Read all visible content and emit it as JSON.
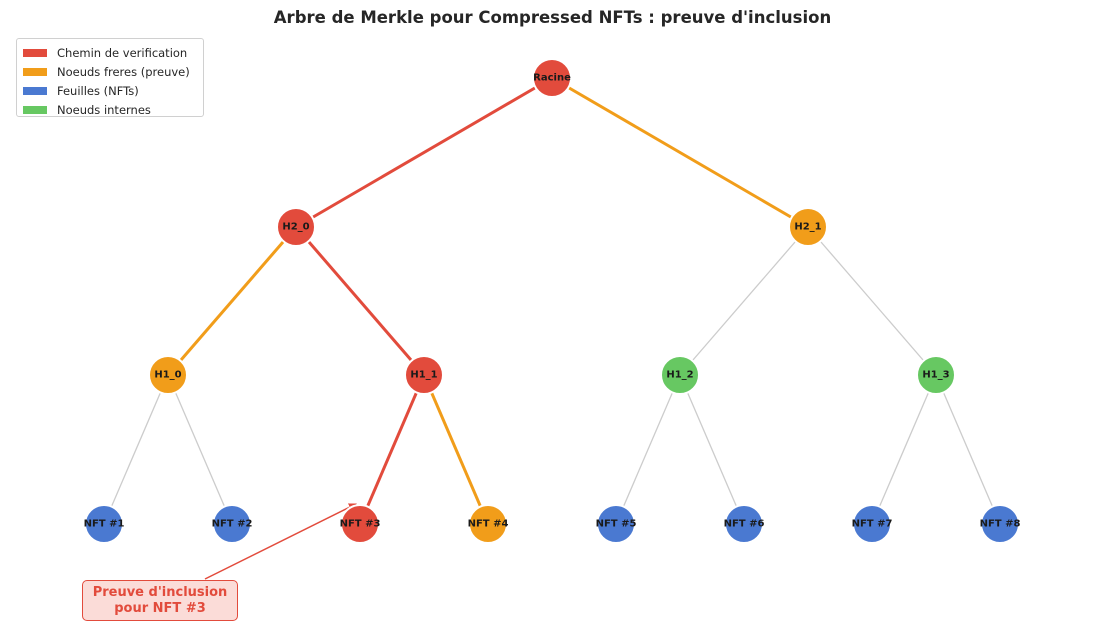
{
  "title": "Arbre de Merkle pour Compressed NFTs : preuve d'inclusion",
  "colors": {
    "path": "#e24b3c",
    "sibling": "#f19d1a",
    "leaf": "#4a79d1",
    "internal": "#67c862",
    "edge_default": "#cccccc"
  },
  "legend": [
    {
      "label": "Chemin de verification",
      "color": "#e24b3c"
    },
    {
      "label": "Noeuds freres (preuve)",
      "color": "#f19d1a"
    },
    {
      "label": "Feuilles (NFTs)",
      "color": "#4a79d1"
    },
    {
      "label": "Noeuds internes",
      "color": "#67c862"
    }
  ],
  "nodes": [
    {
      "id": "root",
      "label": "Racine",
      "level": 0,
      "index": 0,
      "role": "path"
    },
    {
      "id": "h2_0",
      "label": "H2_0",
      "level": 1,
      "index": 0,
      "role": "path"
    },
    {
      "id": "h2_1",
      "label": "H2_1",
      "level": 1,
      "index": 1,
      "role": "sibling"
    },
    {
      "id": "h1_0",
      "label": "H1_0",
      "level": 2,
      "index": 0,
      "role": "sibling"
    },
    {
      "id": "h1_1",
      "label": "H1_1",
      "level": 2,
      "index": 1,
      "role": "path"
    },
    {
      "id": "h1_2",
      "label": "H1_2",
      "level": 2,
      "index": 2,
      "role": "internal"
    },
    {
      "id": "h1_3",
      "label": "H1_3",
      "level": 2,
      "index": 3,
      "role": "internal"
    },
    {
      "id": "nft1",
      "label": "NFT #1",
      "level": 3,
      "index": 0,
      "role": "leaf"
    },
    {
      "id": "nft2",
      "label": "NFT #2",
      "level": 3,
      "index": 1,
      "role": "leaf"
    },
    {
      "id": "nft3",
      "label": "NFT #3",
      "level": 3,
      "index": 2,
      "role": "path"
    },
    {
      "id": "nft4",
      "label": "NFT #4",
      "level": 3,
      "index": 3,
      "role": "sibling"
    },
    {
      "id": "nft5",
      "label": "NFT #5",
      "level": 3,
      "index": 4,
      "role": "leaf"
    },
    {
      "id": "nft6",
      "label": "NFT #6",
      "level": 3,
      "index": 5,
      "role": "leaf"
    },
    {
      "id": "nft7",
      "label": "NFT #7",
      "level": 3,
      "index": 6,
      "role": "leaf"
    },
    {
      "id": "nft8",
      "label": "NFT #8",
      "level": 3,
      "index": 7,
      "role": "leaf"
    }
  ],
  "edges": [
    {
      "from": "root",
      "to": "h2_0",
      "role": "path"
    },
    {
      "from": "root",
      "to": "h2_1",
      "role": "sibling"
    },
    {
      "from": "h2_0",
      "to": "h1_0",
      "role": "sibling"
    },
    {
      "from": "h2_0",
      "to": "h1_1",
      "role": "path"
    },
    {
      "from": "h2_1",
      "to": "h1_2",
      "role": "default"
    },
    {
      "from": "h2_1",
      "to": "h1_3",
      "role": "default"
    },
    {
      "from": "h1_0",
      "to": "nft1",
      "role": "default"
    },
    {
      "from": "h1_0",
      "to": "nft2",
      "role": "default"
    },
    {
      "from": "h1_1",
      "to": "nft3",
      "role": "path"
    },
    {
      "from": "h1_1",
      "to": "nft4",
      "role": "sibling"
    },
    {
      "from": "h1_2",
      "to": "nft5",
      "role": "default"
    },
    {
      "from": "h1_2",
      "to": "nft6",
      "role": "default"
    },
    {
      "from": "h1_3",
      "to": "nft7",
      "role": "default"
    },
    {
      "from": "h1_3",
      "to": "nft8",
      "role": "default"
    }
  ],
  "annotation": {
    "line1": "Preuve d'inclusion",
    "line2": "pour NFT #3",
    "target": "nft3"
  }
}
